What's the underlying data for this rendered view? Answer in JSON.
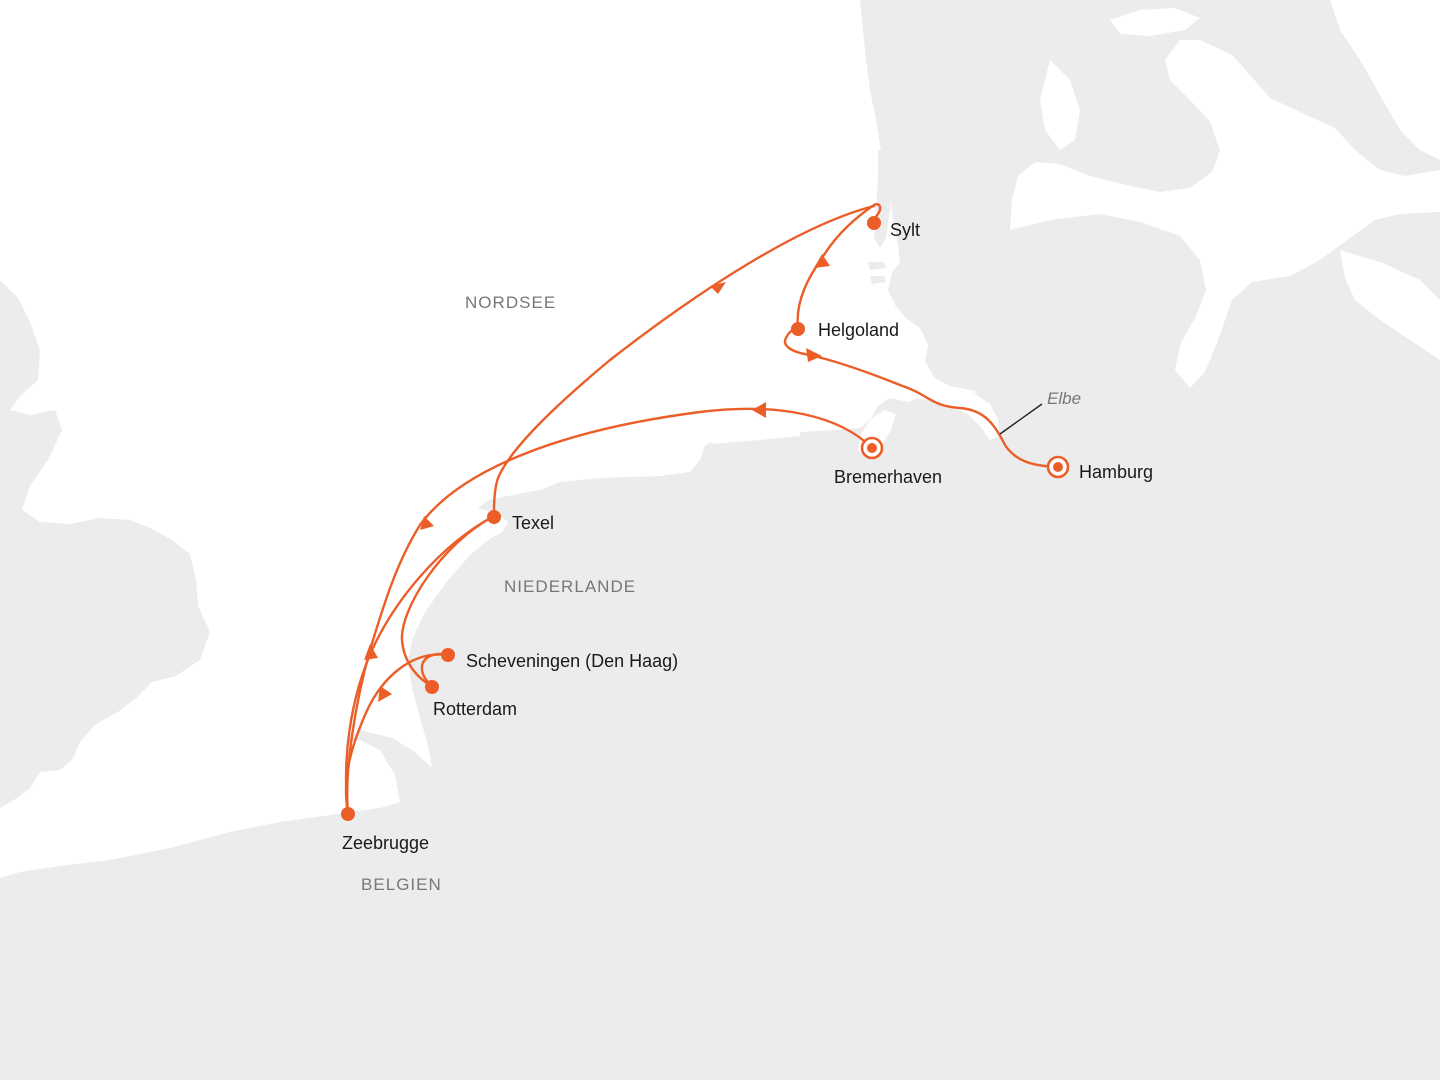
{
  "colors": {
    "route": "#eb5e28",
    "land": "#ececec",
    "city_text": "#1a1a1a",
    "region_text": "#777777"
  },
  "regions": {
    "sea": "NORDSEE",
    "netherlands": "NIEDERLANDE",
    "belgium": "BELGIEN"
  },
  "river": "Elbe",
  "ports": {
    "hamburg": {
      "name": "Hamburg",
      "type": "start-end"
    },
    "bremerhaven": {
      "name": "Bremerhaven",
      "type": "start-end"
    },
    "sylt": {
      "name": "Sylt",
      "type": "stop"
    },
    "helgoland": {
      "name": "Helgoland",
      "type": "stop"
    },
    "texel": {
      "name": "Texel",
      "type": "stop"
    },
    "scheveningen": {
      "name": "Scheveningen (Den Haag)",
      "type": "stop"
    },
    "rotterdam": {
      "name": "Rotterdam",
      "type": "stop"
    },
    "zeebrugge": {
      "name": "Zeebrugge",
      "type": "stop"
    }
  }
}
